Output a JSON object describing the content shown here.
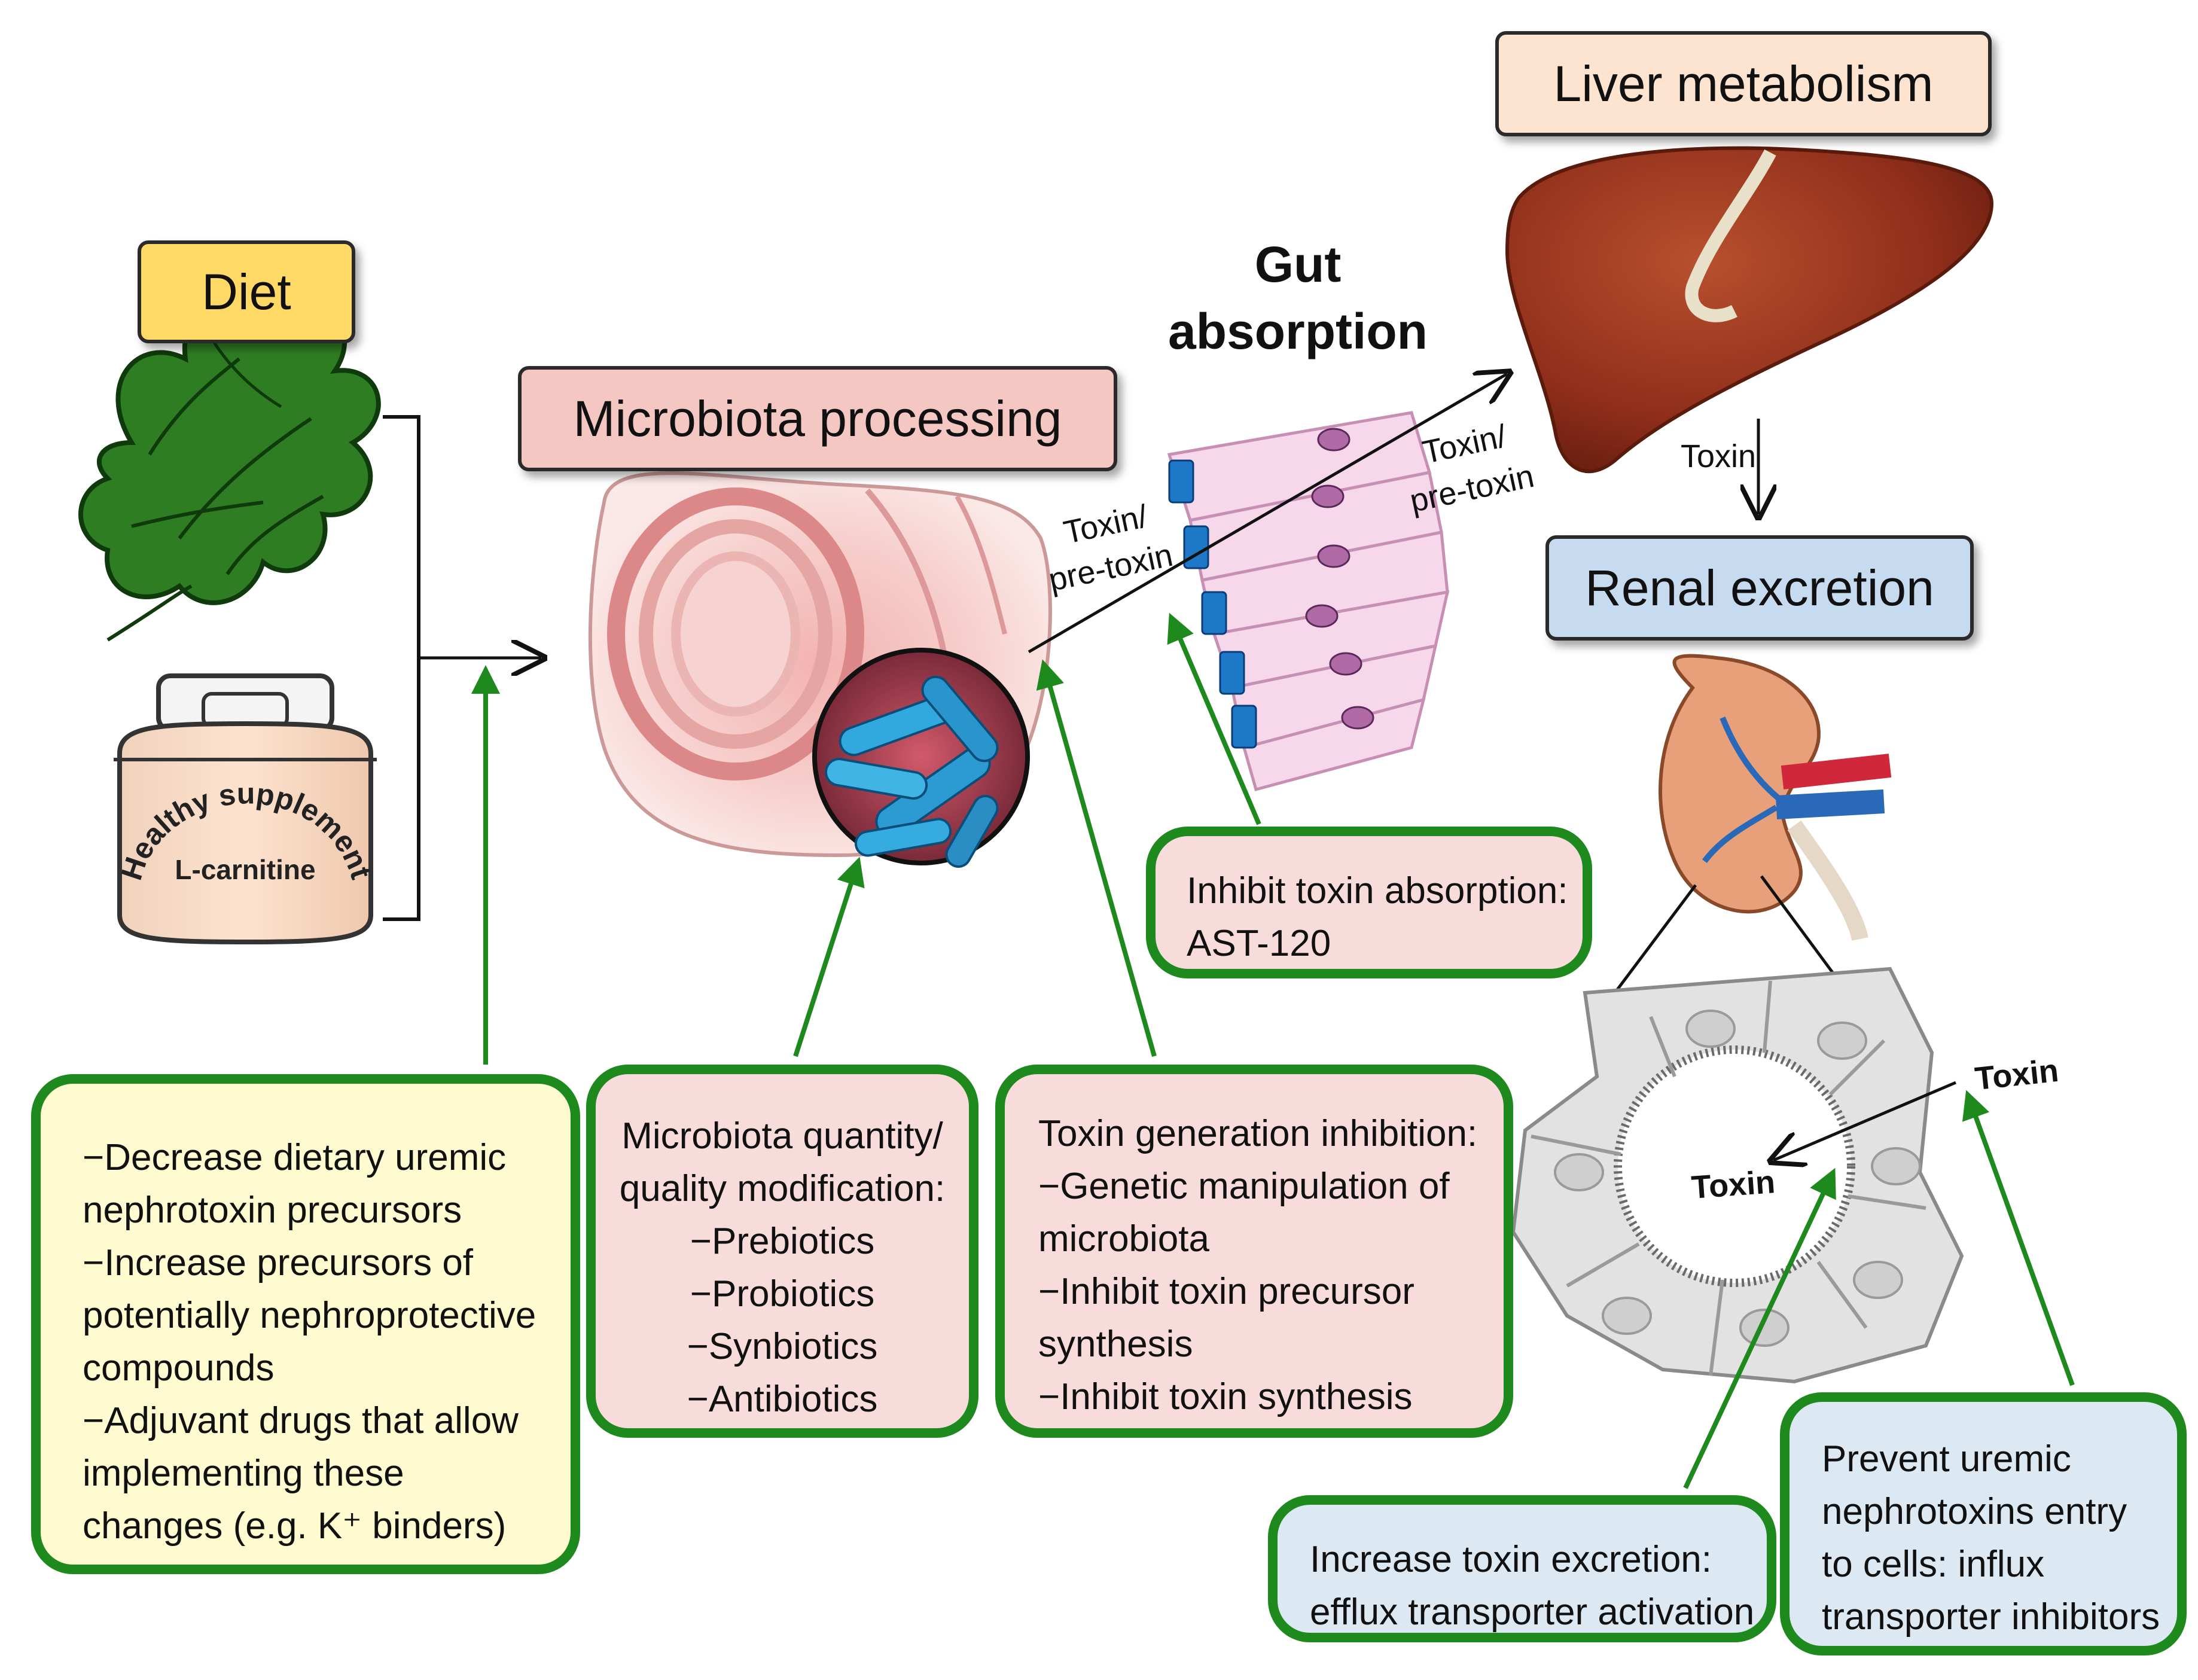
{
  "labels": {
    "diet": "Diet",
    "microbiota_processing": "Microbiota processing",
    "gut_absorption_1": "Gut",
    "gut_absorption_2": "absorption",
    "liver_metabolism": "Liver metabolism",
    "renal_excretion": "Renal excretion"
  },
  "supplement": {
    "headline": "Healthy supplement!",
    "product": "L-carnitine"
  },
  "flow_labels": {
    "toxin_pretoxin_gut_1": "Toxin/",
    "toxin_pretoxin_gut_2": "pre-toxin",
    "toxin_pretoxin_cells_1": "Toxin/",
    "toxin_pretoxin_cells_2": "pre-toxin",
    "toxin_liver": "Toxin",
    "toxin_outer": "Toxin",
    "toxin_inner": "Toxin"
  },
  "interventions": {
    "diet": [
      "−Decrease dietary uremic",
      "nephrotoxin precursors",
      "−Increase precursors of",
      "potentially nephroprotective",
      "compounds",
      "−Adjuvant drugs that allow",
      "implementing these",
      "changes (e.g. K⁺ binders)"
    ],
    "microbiota": [
      "Microbiota quantity/",
      "quality modification:",
      "−Prebiotics",
      "−Probiotics",
      "−Synbiotics",
      "−Antibiotics"
    ],
    "toxin_generation": [
      "Toxin generation inhibition:",
      "−Genetic manipulation of",
      "microbiota",
      "−Inhibit toxin precursor",
      "synthesis",
      "−Inhibit toxin synthesis"
    ],
    "absorption": [
      "Inhibit toxin absorption:",
      "AST-120"
    ],
    "efflux": [
      "Increase toxin excretion:",
      "efflux transporter activation"
    ],
    "influx": [
      "Prevent uremic",
      "nephrotoxins entry",
      "to cells: influx",
      "transporter inhibitors"
    ]
  },
  "colors": {
    "diet_label": "#ffd966",
    "microbiota_label": "#f4c7c3",
    "liver_label": "#fce4d1",
    "renal_label": "#c6dbef",
    "intervention_border": "#1e8a1e",
    "diet_box": "#fdfbcf",
    "pink_box": "#f8dcdc",
    "blue_box": "#dce8f2"
  },
  "icons": [
    "spinach-leaves-icon",
    "supplement-jar-icon",
    "intestine-icon",
    "bacteria-icon",
    "enterocytes-icon",
    "liver-icon",
    "kidney-icon",
    "tubule-cells-icon"
  ]
}
